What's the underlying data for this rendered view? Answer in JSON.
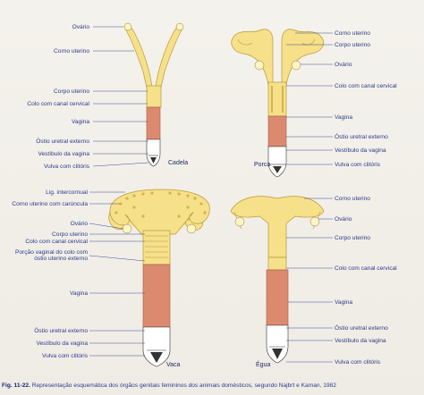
{
  "caption": {
    "figure_number": "Fig. 11-22.",
    "text": "Representação esquemática dos órgãos genitais femininos dos animais domésticos, segundo Najbrt e Kaman, 1982"
  },
  "species": {
    "cadela": "Cadela",
    "porca": "Porca",
    "vaca": "Vaca",
    "egua": "Égua"
  },
  "labels": {
    "cadela": [
      "Ovário",
      "Corno uterino",
      "Corpo uterino",
      "Colo com canal cervical",
      "Vagina",
      "Óstio uretral externo",
      "Vestíbulo da vagina",
      "Vulva com clitóris"
    ],
    "porca": [
      "Corno uterino",
      "Corpo uterino",
      "Ovário",
      "Colo com canal cervical",
      "Vagina",
      "Óstio uretral externo",
      "Vestíbulo da vagina",
      "Vulva com clitóris"
    ],
    "vaca": [
      "Lig. intercornual",
      "Corno uterino com carúncula",
      "Ovário",
      "Corpo uterino",
      "Colo com canal cervical",
      "Porção vaginal do colo com",
      "óstio uterino externo",
      "Vagina",
      "Óstio uretral externo",
      "Vestíbulo da vagina",
      "Vulva com clitóris"
    ],
    "egua": [
      "Corno uterino",
      "Ovário",
      "Corpo uterino",
      "Colo com canal cervical",
      "Vagina",
      "Óstio uretral externo",
      "Vestíbulo da vagina",
      "Vulva com clitóris"
    ]
  }
}
